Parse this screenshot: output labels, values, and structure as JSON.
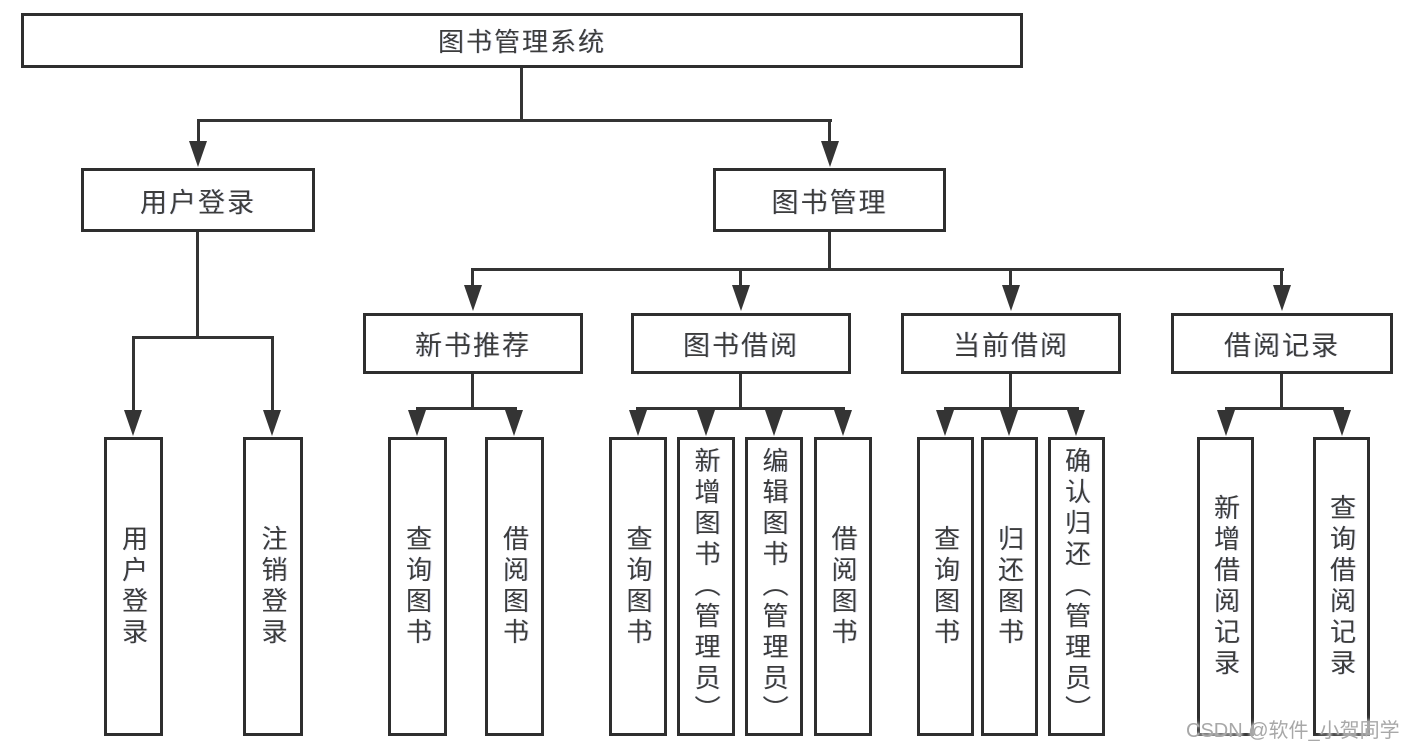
{
  "diagram": {
    "type": "hierarchy-tree",
    "colors": {
      "line": "#343434",
      "box_border": "#2e2e2e",
      "box_fill": "#ffffff",
      "text": "#3c3c3c",
      "watermark": "#a8a8a8",
      "background": "#ffffff"
    },
    "tree": {
      "root": {
        "label": "图书管理系统"
      },
      "branches": [
        {
          "label": "用户登录",
          "children": [
            {
              "label": "用户登录"
            },
            {
              "label": "注销登录"
            }
          ]
        },
        {
          "label": "图书管理",
          "children": [
            {
              "label": "新书推荐",
              "children": [
                {
                  "label": "查询图书"
                },
                {
                  "label": "借阅图书"
                }
              ]
            },
            {
              "label": "图书借阅",
              "children": [
                {
                  "label": "查询图书"
                },
                {
                  "label": "新增图书（管理员）"
                },
                {
                  "label": "编辑图书（管理员）"
                },
                {
                  "label": "借阅图书"
                }
              ]
            },
            {
              "label": "当前借阅",
              "children": [
                {
                  "label": "查询图书"
                },
                {
                  "label": "归还图书"
                },
                {
                  "label": "确认归还（管理员）"
                }
              ]
            },
            {
              "label": "借阅记录",
              "children": [
                {
                  "label": "新增借阅记录"
                },
                {
                  "label": "查询借阅记录"
                }
              ]
            }
          ]
        }
      ]
    },
    "watermark": {
      "text": "CSDN @软件_小贺同学"
    }
  }
}
